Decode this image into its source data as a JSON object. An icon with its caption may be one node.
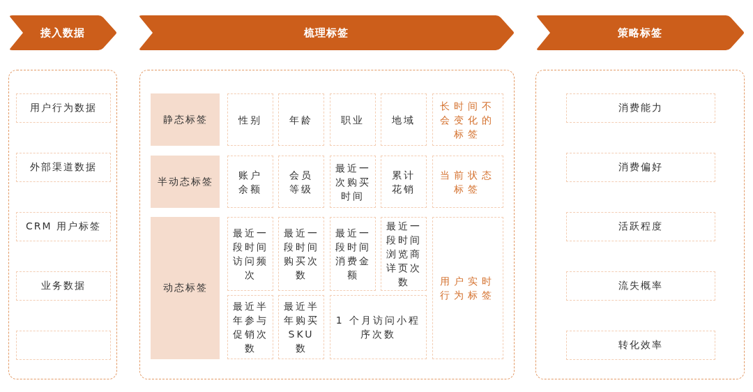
{
  "diagram": {
    "nodes": [
      {
        "text": [
          "接入数据"
        ]
      },
      {
        "text": [
          "梳理标签"
        ]
      },
      {
        "text": [
          "策略标签"
        ]
      },
      {
        "text": [],
        "shape": "box"
      },
      {
        "text": [
          "用户行为数据"
        ],
        "in": 3
      },
      {
        "text": [
          "外部渠道数据"
        ],
        "in": 3
      },
      {
        "text": [
          "CRM 用户标签"
        ],
        "in": 3
      },
      {
        "text": [
          "业务数据"
        ],
        "in": 3
      },
      {
        "text": [],
        "shape": "box",
        "in": 3
      },
      {
        "text": [],
        "shape": "box"
      },
      {
        "text": [
          "静态标签"
        ],
        "in": 9
      },
      {
        "text": [
          "性别"
        ],
        "in": 9
      },
      {
        "text": [
          "年龄"
        ],
        "in": 9
      },
      {
        "text": [
          "职业"
        ],
        "in": 9
      },
      {
        "text": [
          "地域"
        ],
        "in": 9
      },
      {
        "text": [
          "长时间不会变化的标签"
        ],
        "in": 9
      },
      {
        "text": [
          "半动态标签"
        ],
        "in": 9
      },
      {
        "text": [
          "账户余额"
        ],
        "in": 9
      },
      {
        "text": [
          "会员等级"
        ],
        "in": 9
      },
      {
        "text": [
          "最近一次购买时间"
        ],
        "in": 9
      },
      {
        "text": [
          "累计花销"
        ],
        "in": 9
      },
      {
        "text": [
          "当前状态标签"
        ],
        "in": 9
      },
      {
        "text": [
          "动态标签"
        ],
        "in": 9
      },
      {
        "text": [
          "最近一段时间访问频次"
        ],
        "in": 9
      },
      {
        "text": [
          "最近一段时间购买次数"
        ],
        "in": 9
      },
      {
        "text": [
          "最近一段时间消费金额"
        ],
        "in": 9
      },
      {
        "text": [
          "最近一段时间浏览商详页次数"
        ],
        "in": 9
      },
      {
        "text": [
          "用户实时行为标签"
        ],
        "in": 9
      },
      {
        "text": [
          "最近半年参与促销次数"
        ],
        "in": 9
      },
      {
        "text": [
          "最近半年购买SKU数"
        ],
        "in": 9
      },
      {
        "text": [
          "1 个月访问小程序次数"
        ],
        "in": 9
      },
      {
        "text": [],
        "shape": "box"
      },
      {
        "text": [
          "消费能力"
        ],
        "in": 31
      },
      {
        "text": [
          "消费偏好"
        ],
        "in": 31
      },
      {
        "text": [
          "活跃程度"
        ],
        "in": 31
      },
      {
        "text": [
          "流失概率"
        ],
        "in": 31
      },
      {
        "text": [
          "转化效率"
        ],
        "in": 31
      }
    ]
  }
}
